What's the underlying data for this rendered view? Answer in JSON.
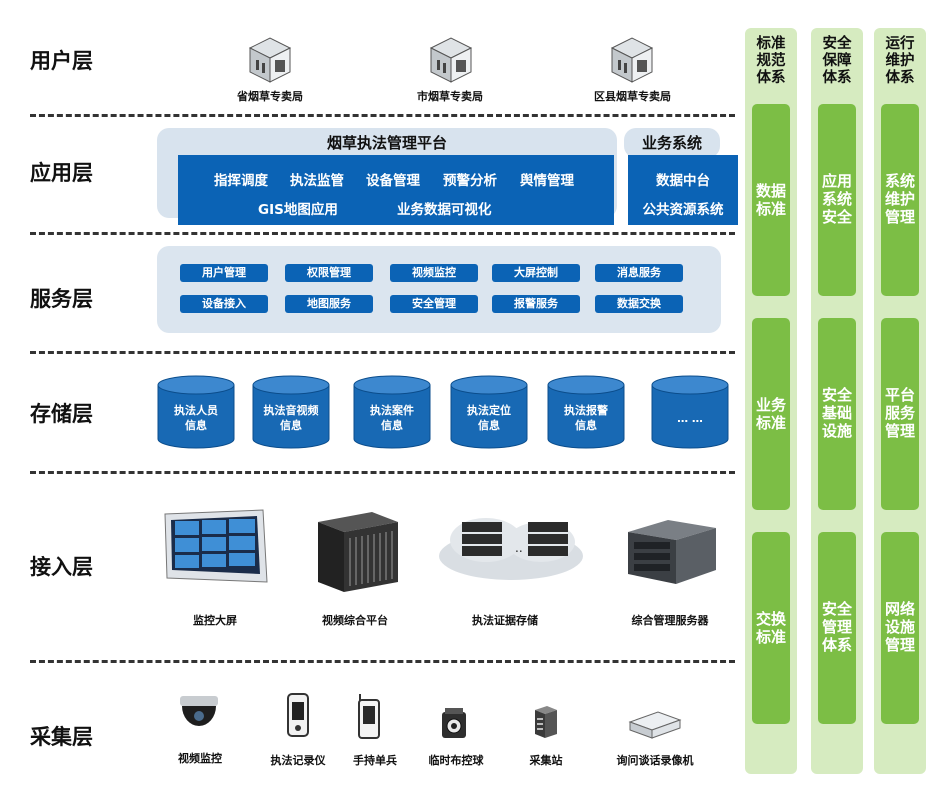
{
  "layers": {
    "user": "用户层",
    "application": "应用层",
    "service": "服务层",
    "storage": "存储层",
    "access": "接入层",
    "collection": "采集层"
  },
  "user_layer": {
    "nodes": [
      "省烟草专卖局",
      "市烟草专卖局",
      "区县烟草专卖局"
    ]
  },
  "application_layer": {
    "platform_title": "烟草执法管理平台",
    "platform_row1": [
      "指挥调度",
      "执法监管",
      "设备管理",
      "预警分析",
      "舆情管理"
    ],
    "platform_row2": [
      "GIS地图应用",
      "业务数据可视化"
    ],
    "business_title": "业务系统",
    "business_items": [
      "数据中台",
      "公共资源系统"
    ]
  },
  "service_layer": {
    "row1": [
      "用户管理",
      "权限管理",
      "视频监控",
      "大屏控制",
      "消息服务"
    ],
    "row2": [
      "设备接入",
      "地图服务",
      "安全管理",
      "报警服务",
      "数据交换"
    ]
  },
  "storage_layer": {
    "items": [
      [
        "执法人员",
        "信息"
      ],
      [
        "执法音视频",
        "信息"
      ],
      [
        "执法案件",
        "信息"
      ],
      [
        "执法定位",
        "信息"
      ],
      [
        "执法报警",
        "信息"
      ],
      [
        "…  …"
      ]
    ]
  },
  "access_layer": {
    "items": [
      "监控大屏",
      "视频综合平台",
      "执法证据存储",
      "综合管理服务器"
    ]
  },
  "collection_layer": {
    "items": [
      "视频监控",
      "执法记录仪",
      "手持单兵",
      "临时布控球",
      "采集站",
      "询问谈话录像机"
    ]
  },
  "right_columns": [
    {
      "header": [
        "标准",
        "规范",
        "体系"
      ],
      "segments": [
        [
          "数据",
          "标准"
        ],
        [
          "业务",
          "标准"
        ],
        [
          "交换",
          "标准"
        ]
      ]
    },
    {
      "header": [
        "安全",
        "保障",
        "体系"
      ],
      "segments": [
        [
          "应用",
          "系统",
          "安全"
        ],
        [
          "安全",
          "基础",
          "设施"
        ],
        [
          "安全",
          "管理",
          "体系"
        ]
      ]
    },
    {
      "header": [
        "运行",
        "维护",
        "体系"
      ],
      "segments": [
        [
          "系统",
          "维护",
          "管理"
        ],
        [
          "平台",
          "服务",
          "管理"
        ],
        [
          "网络",
          "设施",
          "管理"
        ]
      ]
    }
  ],
  "colors": {
    "primary_blue": "#0b63b5",
    "light_panel": "#d8e3ee",
    "green_column": "#d6ebc0",
    "green_segment": "#7cbe45"
  }
}
